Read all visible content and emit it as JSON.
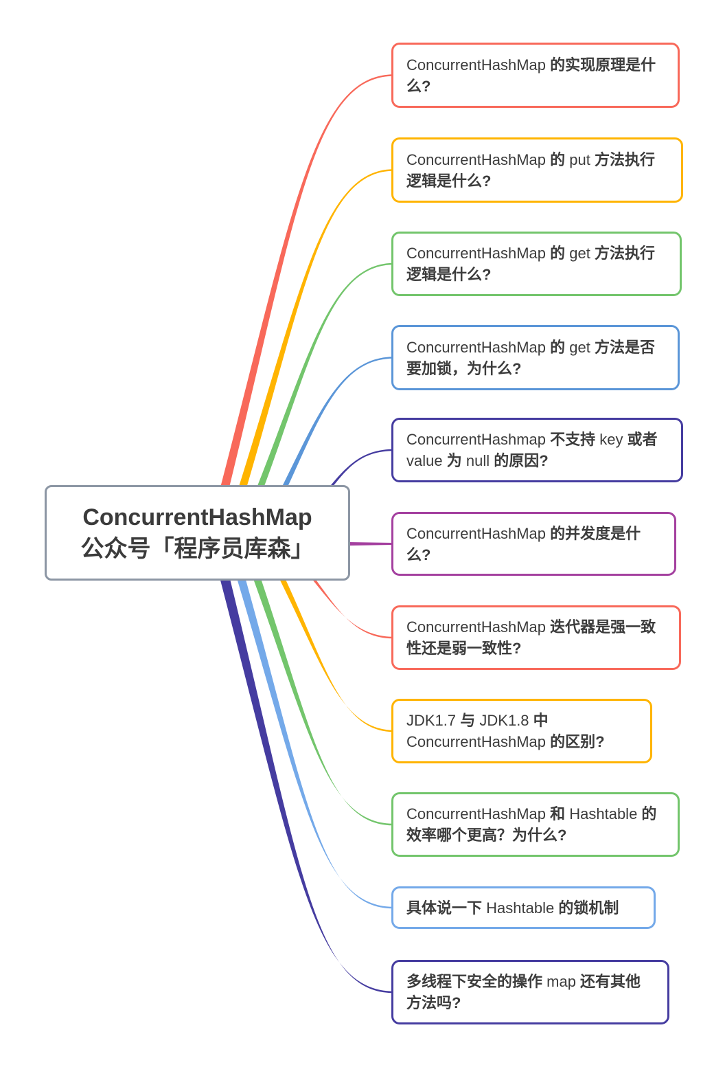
{
  "root": {
    "line1": "ConcurrentHashMap",
    "line2": "公众号「程序员库森」",
    "border_color": "#8C96A4",
    "text_color": "#3b3b3b"
  },
  "branches": [
    {
      "label": "ConcurrentHashMap 的实现原理是什么?",
      "color": "#F8695A"
    },
    {
      "label": "ConcurrentHashMap 的 put 方法执行逻辑是什么?",
      "color": "#FFB400"
    },
    {
      "label": "ConcurrentHashMap 的 get 方法执行逻辑是什么?",
      "color": "#73C56C"
    },
    {
      "label": "ConcurrentHashMap 的 get 方法是否要加锁，为什么?",
      "color": "#5B96D8"
    },
    {
      "label": "ConcurrentHashmap 不支持 key 或者 value 为 null 的原因?",
      "color": "#453CA0"
    },
    {
      "label": "ConcurrentHashMap 的并发度是什么?",
      "color": "#A4409F"
    },
    {
      "label": "ConcurrentHashMap 迭代器是强一致性还是弱一致性?",
      "color": "#F8695A"
    },
    {
      "label": "JDK1.7 与 JDK1.8 中 ConcurrentHashMap 的区别?",
      "color": "#FFB400"
    },
    {
      "label": "ConcurrentHashMap 和 Hashtable 的效率哪个更高？为什么?",
      "color": "#73C56C"
    },
    {
      "label": "具体说一下 Hashtable 的锁机制",
      "color": "#74A9E9"
    },
    {
      "label": "多线程下安全的操作 map 还有其他方法吗?",
      "color": "#453CA0"
    }
  ]
}
